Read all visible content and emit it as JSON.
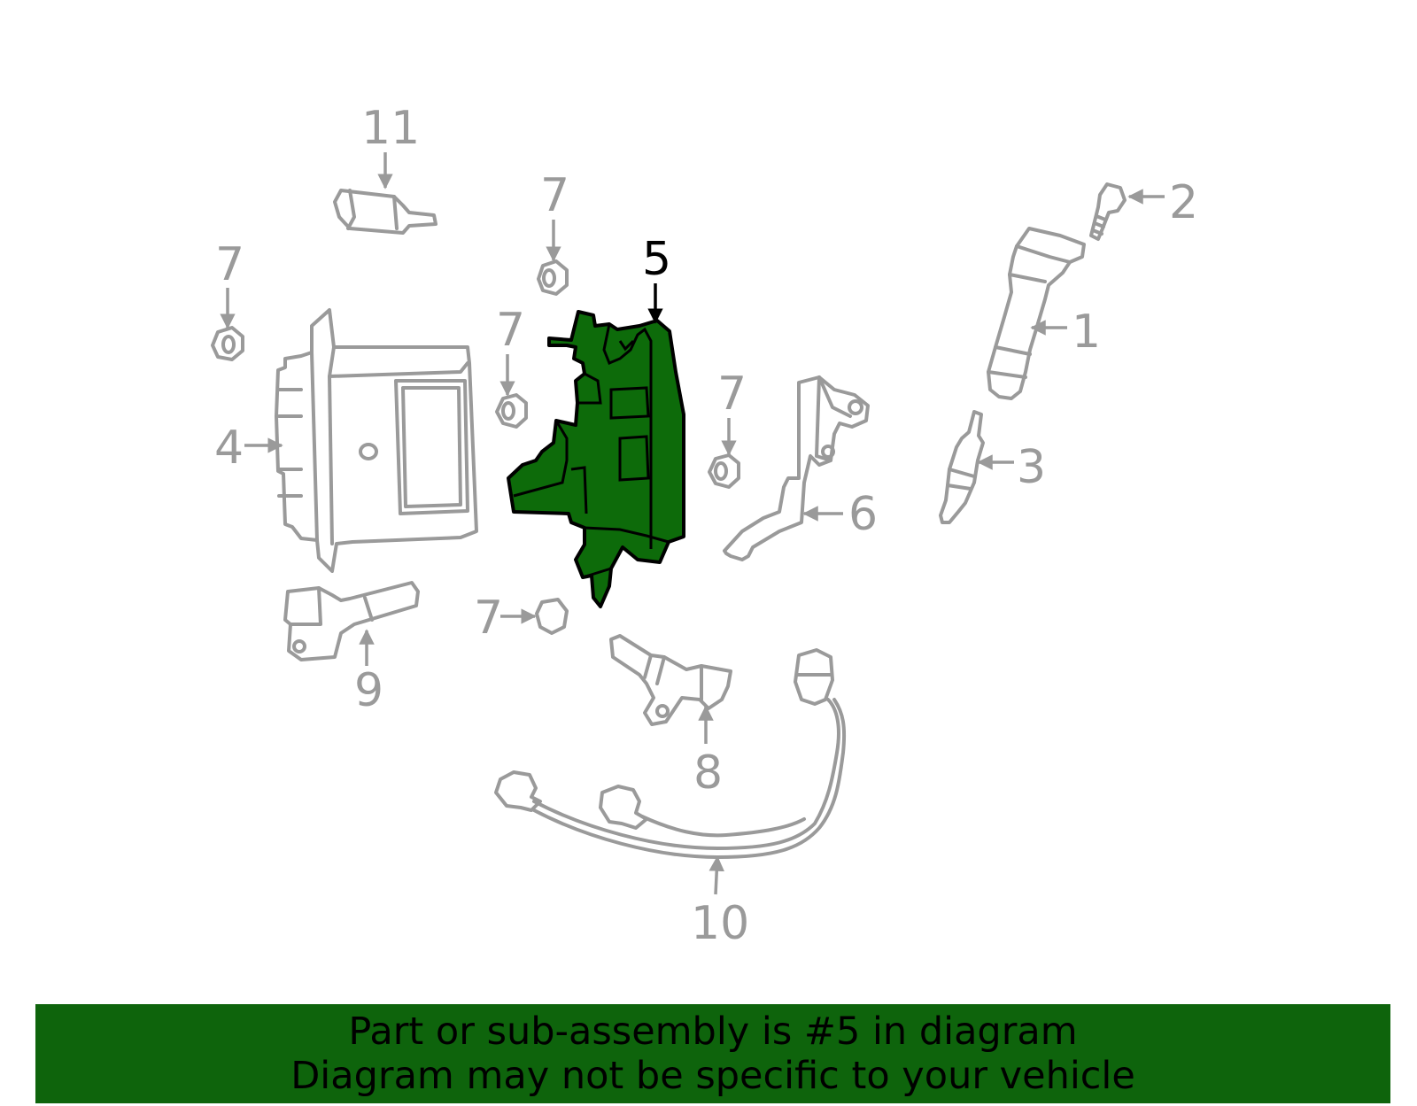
{
  "callouts": {
    "c1": "1",
    "c2": "2",
    "c3": "3",
    "c4": "4",
    "c5": "5",
    "c6": "6",
    "c7": "7",
    "c8": "8",
    "c9": "9",
    "c10": "10",
    "c11": "11"
  },
  "highlighted_part": "5",
  "colors": {
    "highlight_fill": "#0d6b0a",
    "banner_bg": "#0e640c",
    "line_gray": "#9a9a9a"
  },
  "banner": {
    "line1": "Part or sub-assembly is #5 in diagram",
    "line2": "Diagram may not be specific to your vehicle"
  }
}
